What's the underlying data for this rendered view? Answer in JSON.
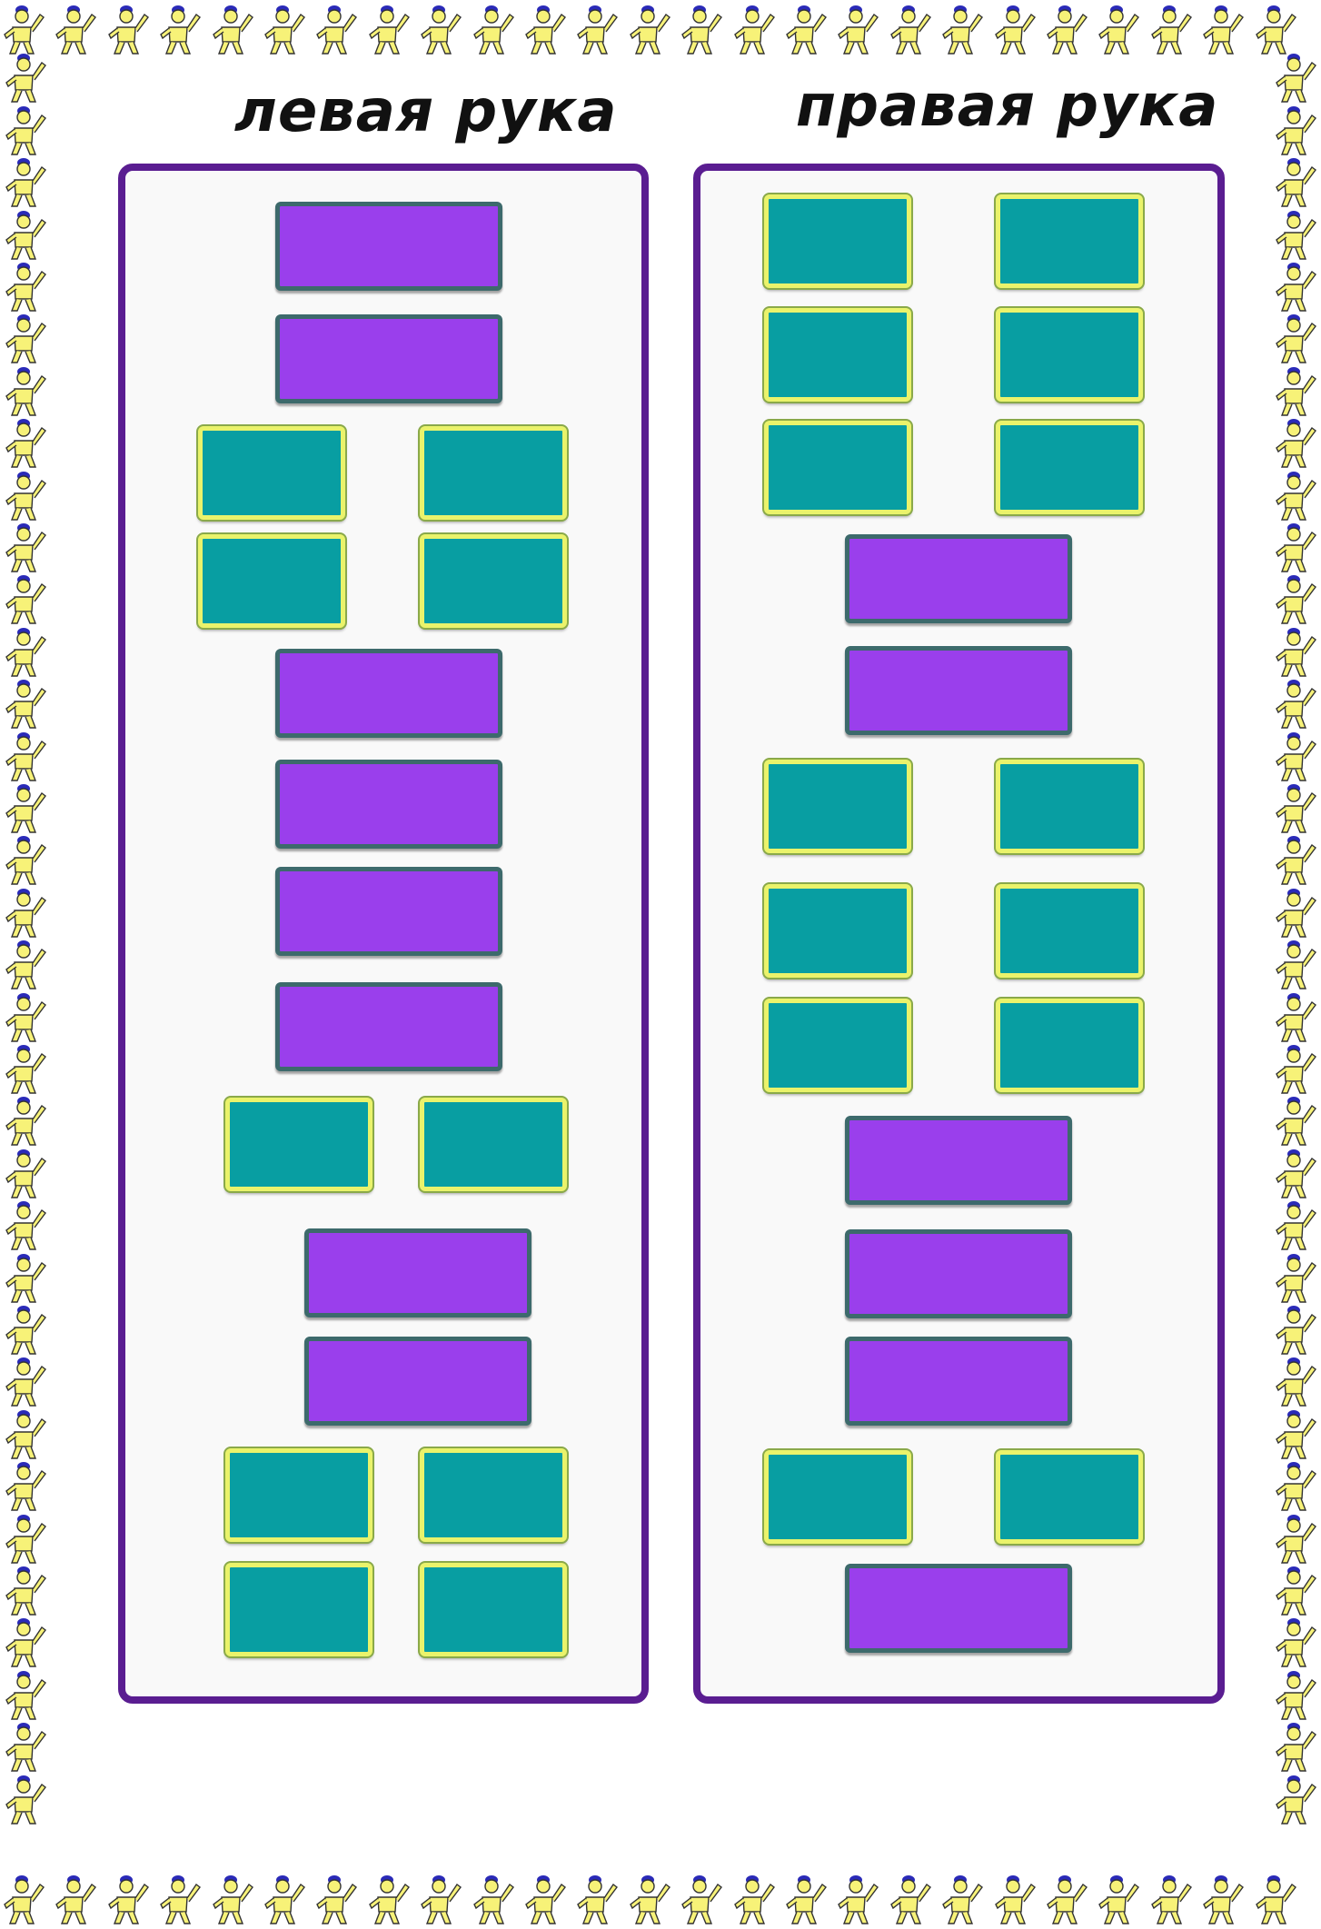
{
  "page": {
    "border_icon": "stick-figure-waving-icon",
    "colors": {
      "panel_border": "#5a1d91",
      "long_block": "#9a3fec",
      "short_block": "#089ea2",
      "short_block_rim": "#eaf36b"
    }
  },
  "left_hand": {
    "heading": "левая рука",
    "sequence": [
      "long",
      "long",
      "pair",
      "pair",
      "long",
      "long",
      "long",
      "long",
      "pair",
      "long",
      "long",
      "pair",
      "pair"
    ]
  },
  "right_hand": {
    "heading": "правая рука",
    "sequence": [
      "pair",
      "pair",
      "pair",
      "long",
      "long",
      "pair",
      "pair",
      "pair",
      "long",
      "long",
      "long",
      "pair",
      "long"
    ]
  }
}
